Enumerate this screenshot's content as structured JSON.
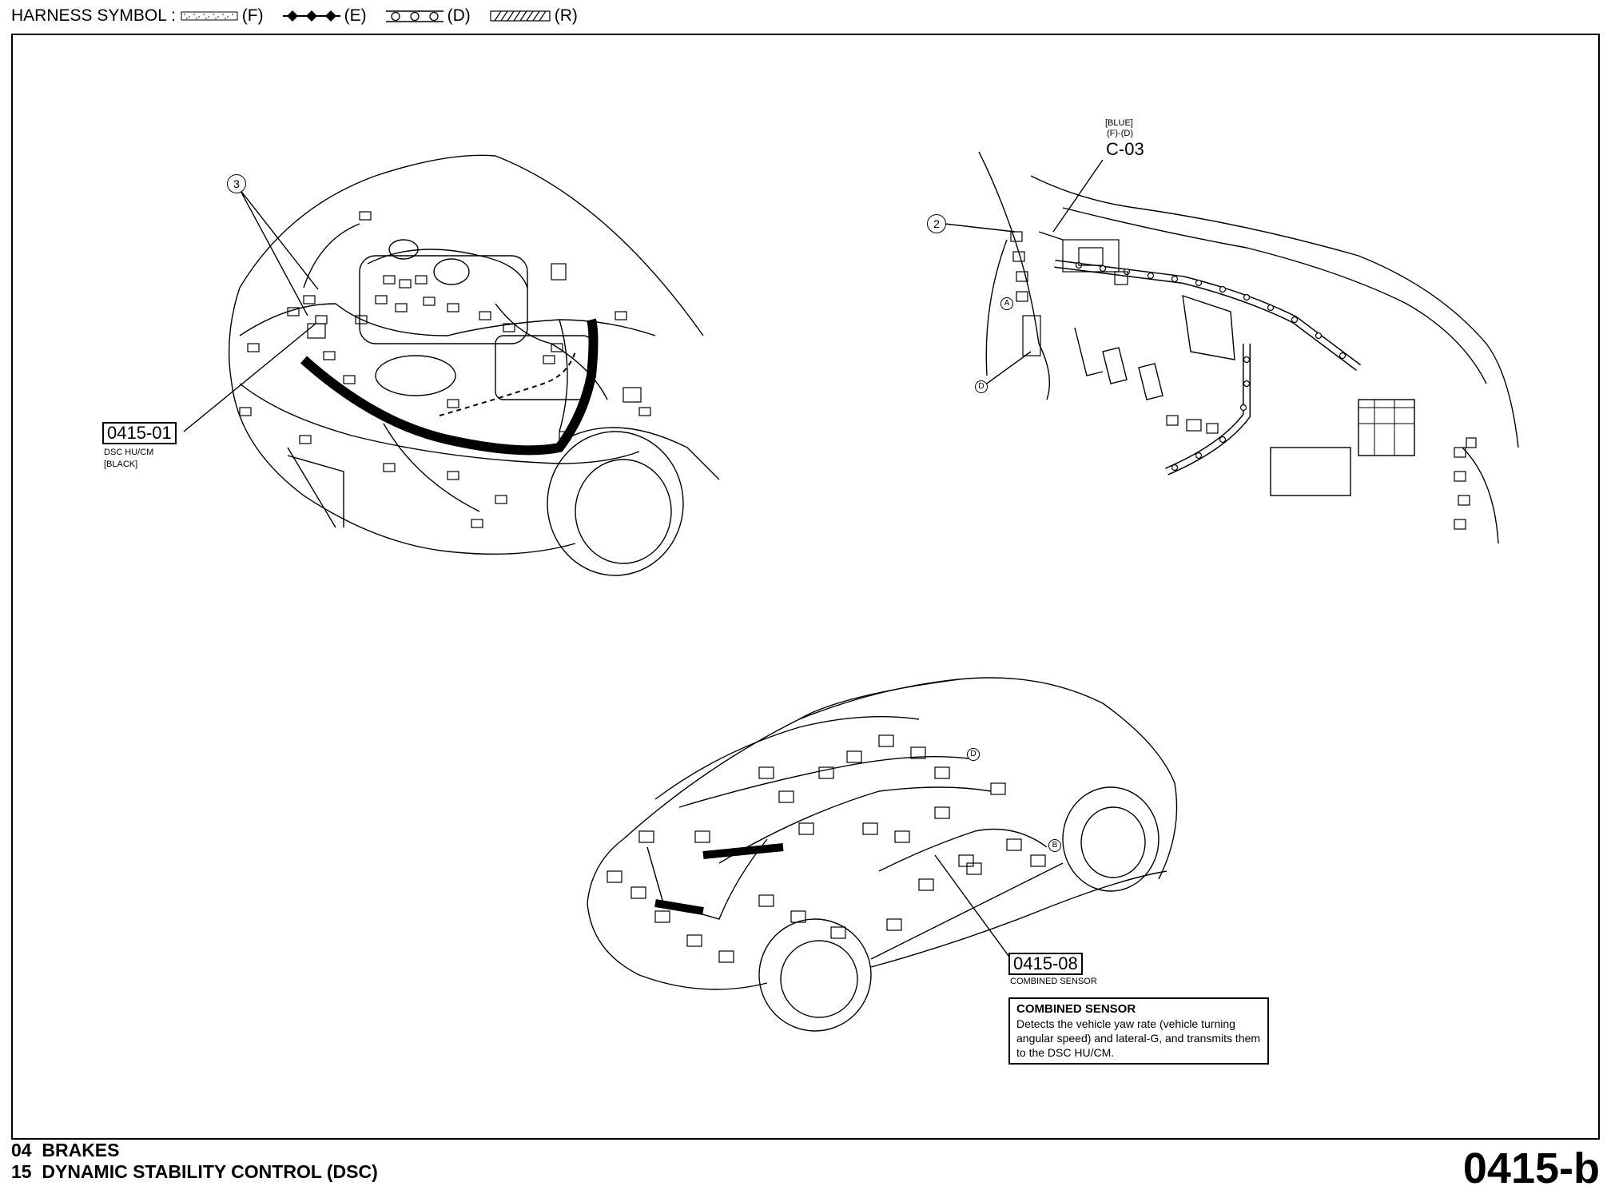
{
  "legend": {
    "title": "HARNESS SYMBOL :",
    "items": [
      {
        "code": "(F)",
        "symbol": "dotted-band-icon"
      },
      {
        "code": "(E)",
        "symbol": "diamond-chain-icon"
      },
      {
        "code": "(D)",
        "symbol": "circle-chain-icon"
      },
      {
        "code": "(R)",
        "symbol": "hatched-band-icon"
      }
    ]
  },
  "engine_view": {
    "ref_circle": "3",
    "connector": {
      "code": "0415-01",
      "name": "DSC HU/CM",
      "color": "[BLACK]"
    }
  },
  "dash_view": {
    "ref_circle": "2",
    "connector": {
      "color": "[BLUE]",
      "harness": "(F)-(D)",
      "code": "C-03"
    },
    "markers": [
      "A",
      "D"
    ]
  },
  "body_view": {
    "markers": [
      "D",
      "B"
    ],
    "connector": {
      "code": "0415-08",
      "name": "COMBINED SENSOR"
    },
    "callout": {
      "title": "COMBINED SENSOR",
      "text": "Detects the vehicle yaw rate (vehicle turning angular speed) and lateral-G, and transmits them to the DSC HU/CM."
    }
  },
  "footer": {
    "line1": "04  BRAKES",
    "line2": "15  DYNAMIC STABILITY CONTROL (DSC)",
    "page_code": "0415-b"
  }
}
